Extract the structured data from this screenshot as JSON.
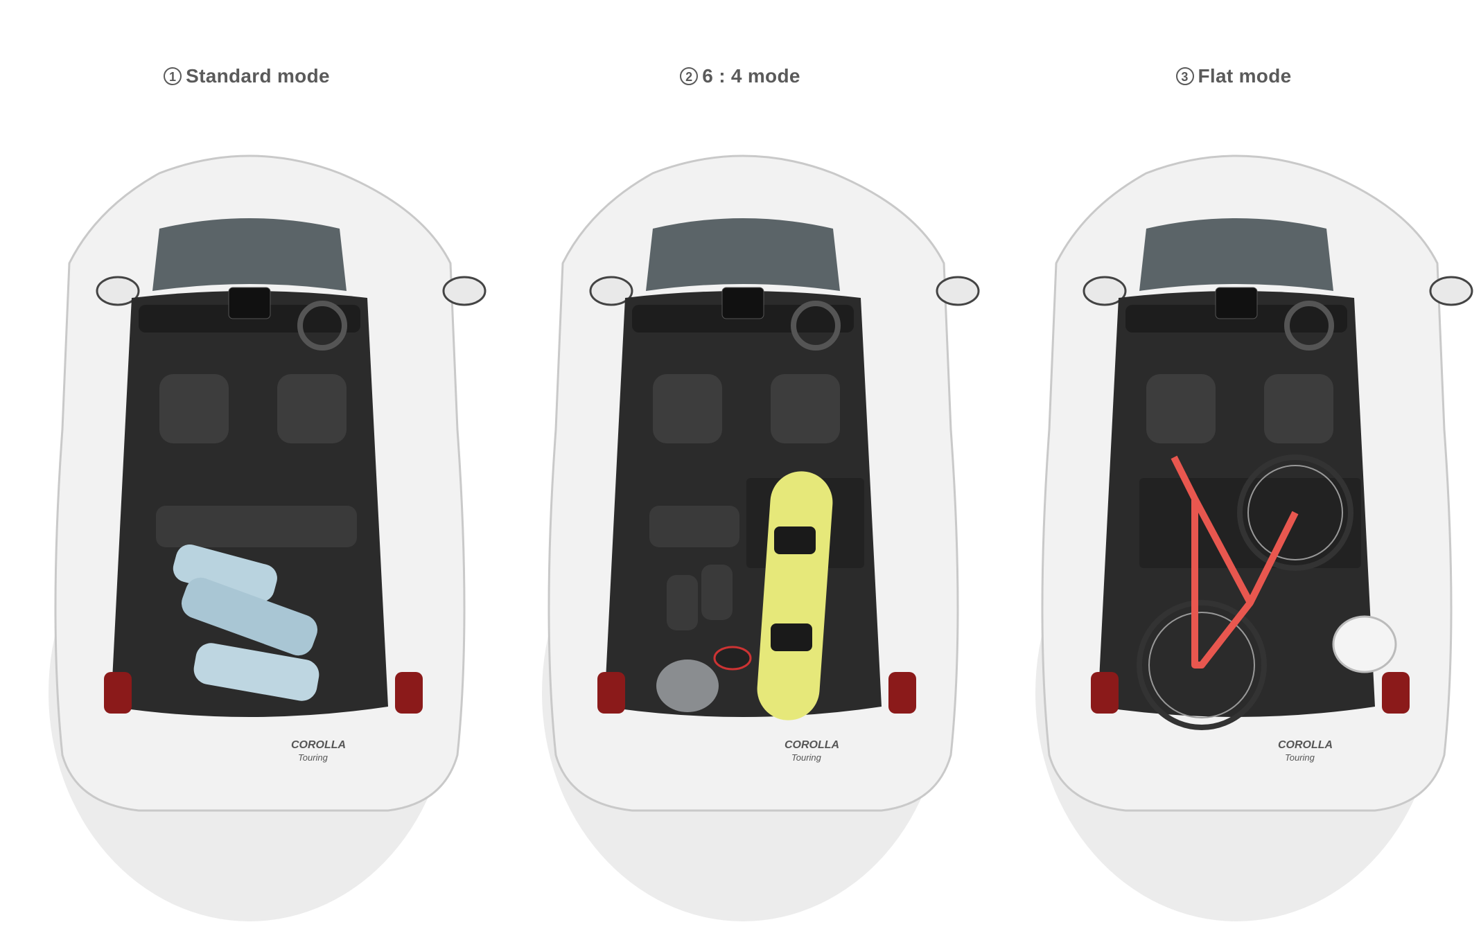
{
  "panels": [
    {
      "number": "1",
      "label": "Standard mode",
      "cargo": "golf-bags"
    },
    {
      "number": "2",
      "label": "6 : 4 mode",
      "cargo": "snowboard"
    },
    {
      "number": "3",
      "label": "Flat mode",
      "cargo": "bicycle"
    }
  ],
  "car": {
    "badge_model": "COROLLA",
    "badge_sub": "Touring",
    "body_color": "#f2f2f2",
    "interior_color": "#2b2b2b"
  },
  "colors": {
    "caption_text": "#5a5a5a",
    "golf_bag": "#b9d3df",
    "snowboard": "#e6e87a",
    "bike_frame": "#e8574f",
    "helmet_gray": "#8a8d90",
    "helmet_white": "#f4f4f4"
  }
}
